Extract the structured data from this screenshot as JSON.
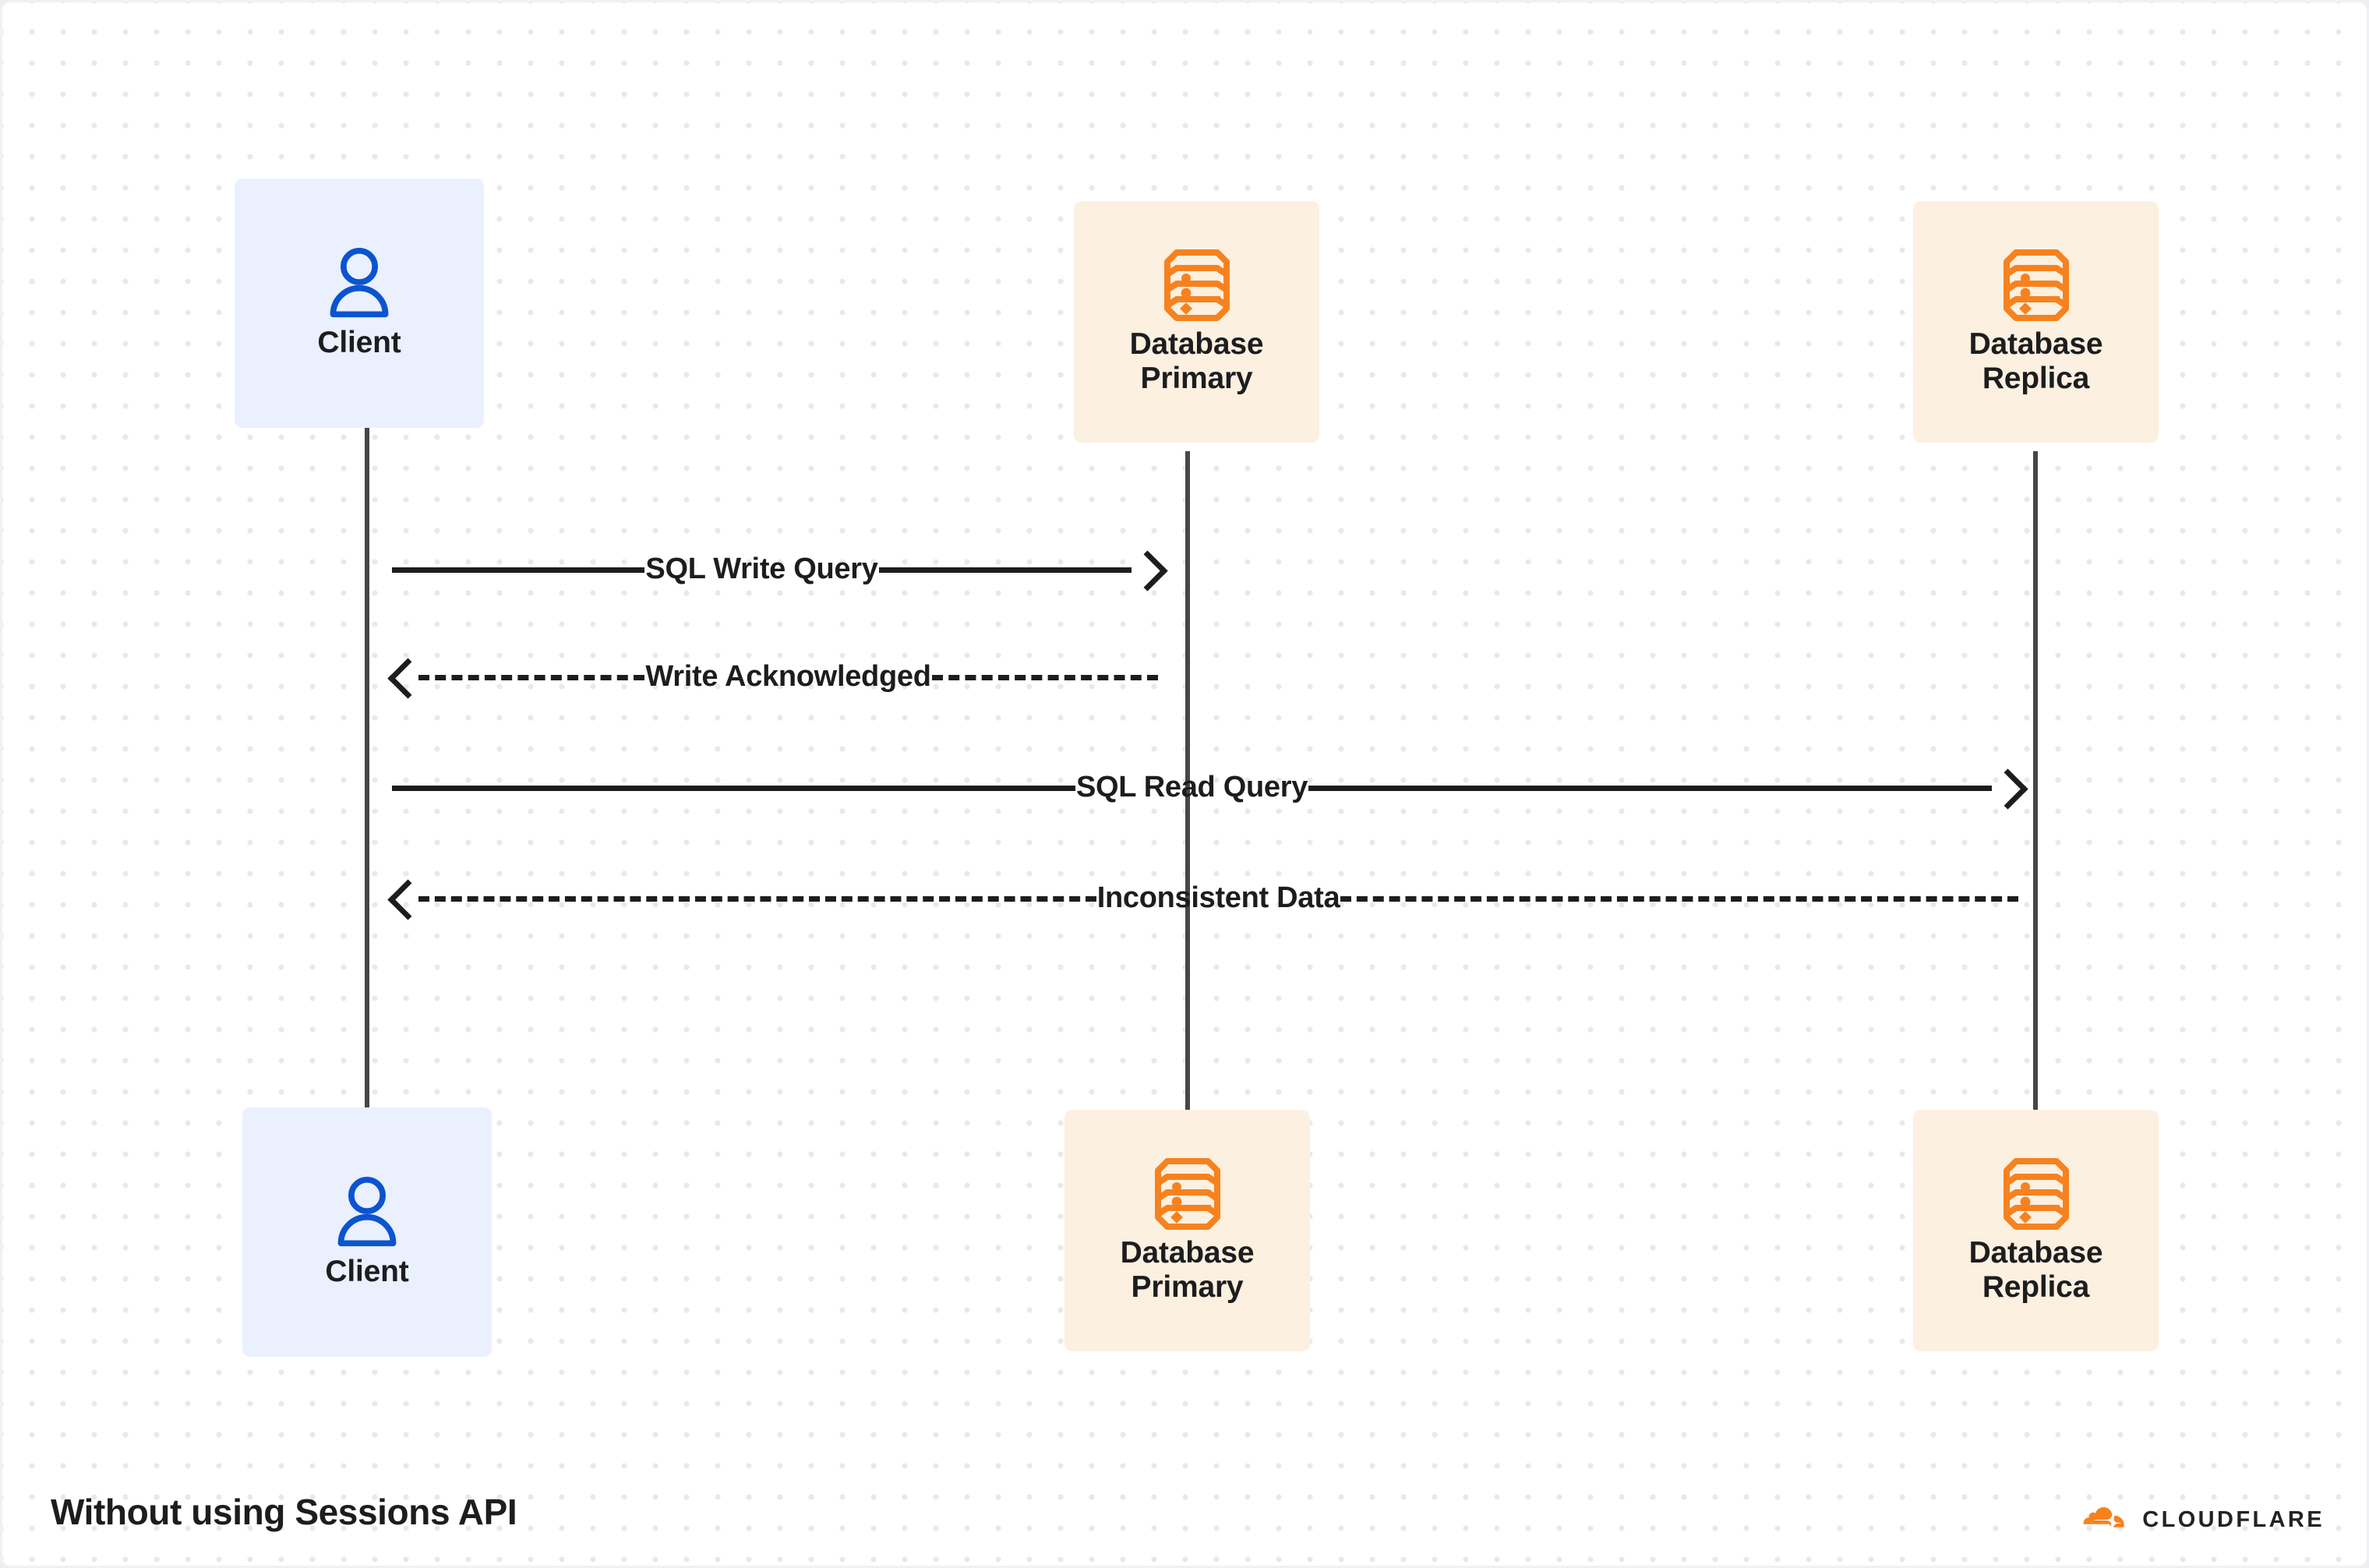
{
  "diagram": {
    "type": "sequence-diagram",
    "title": "Without using Sessions API",
    "background": "#ffffff",
    "dot_grid_color": "#e7e9eb",
    "colors": {
      "client_box": "#eaf0fe",
      "client_icon": "#0b54cf",
      "database_box": "#fcf0e0",
      "database_icon": "#f6821f",
      "lifeline": "#464646",
      "message": "#1d1d1f",
      "text": "#1d1d1f",
      "cloudflare_orange": "#f6821f"
    },
    "participants": [
      {
        "id": "client",
        "label": "Client",
        "icon": "user-icon",
        "kind": "client"
      },
      {
        "id": "primary",
        "label": "Database\nPrimary",
        "icon": "database-icon",
        "kind": "database"
      },
      {
        "id": "replica",
        "label": "Database\nReplica",
        "icon": "database-icon",
        "kind": "database"
      }
    ],
    "messages": [
      {
        "id": "m1",
        "label": "SQL Write Query",
        "from": "client",
        "to": "primary",
        "direction": "right",
        "style": "solid"
      },
      {
        "id": "m2",
        "label": "Write Acknowledged",
        "from": "primary",
        "to": "client",
        "direction": "left",
        "style": "dashed"
      },
      {
        "id": "m3",
        "label": "SQL Read Query",
        "from": "client",
        "to": "replica",
        "direction": "right",
        "style": "solid"
      },
      {
        "id": "m4",
        "label": "Inconsistent Data",
        "from": "replica",
        "to": "client",
        "direction": "left",
        "style": "dashed"
      }
    ],
    "brand": {
      "name": "CLOUDFLARE",
      "logo": "cloudflare-cloud-icon"
    }
  }
}
